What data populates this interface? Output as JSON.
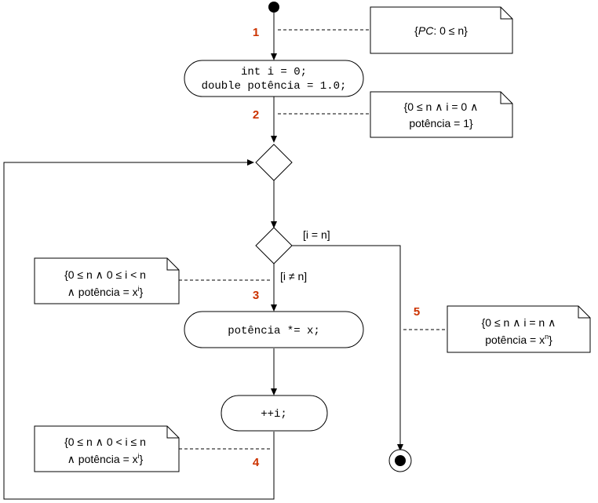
{
  "colors": {
    "marker": "#cc3300",
    "stroke": "#000000",
    "background": "#ffffff"
  },
  "actions": {
    "init_line1": "int i = 0;",
    "init_line2": "double potência = 1.0;",
    "multiply": "potência *= x;",
    "increment": "++i;"
  },
  "guards": {
    "exit": "[i = n]",
    "continue": "[i ≠ n]"
  },
  "markers": [
    "1",
    "2",
    "3",
    "4",
    "5"
  ],
  "notes": {
    "pc": {
      "prefix": "{",
      "italic": "PC",
      "suffix": ": 0 ≤ n}"
    },
    "n2": {
      "line1": "{0 ≤ n ∧ i = 0 ∧",
      "line2": "potência = 1}"
    },
    "n3": {
      "line1": "{0 ≤ n ∧ 0 ≤ i < n",
      "line2": "∧ potência = x",
      "sup": "i",
      "end": "}"
    },
    "n4": {
      "line1": "{0 ≤ n ∧ 0 < i ≤ n",
      "line2": "∧ potência = x",
      "sup": "i",
      "end": "}"
    },
    "n5": {
      "line1": "{0 ≤ n ∧ i = n ∧",
      "line2": "potência = x",
      "sup": "n",
      "end": "}"
    }
  }
}
